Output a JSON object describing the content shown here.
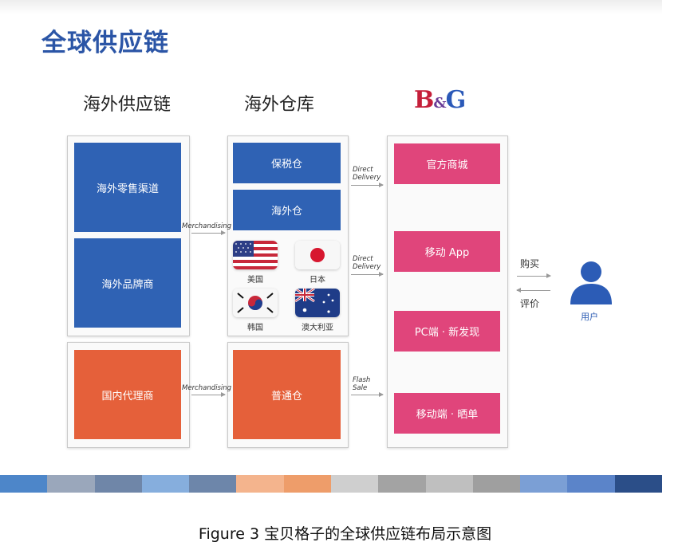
{
  "title": "全球供应链",
  "columns": {
    "overseas_supply": "海外供应链",
    "overseas_warehouse": "海外仓库"
  },
  "brand": {
    "b": "B",
    "amp": "&",
    "g": "G"
  },
  "boxes": {
    "retail_channels": "海外零售渠道",
    "brands": "海外品牌商",
    "domestic_agents": "国内代理商",
    "bonded": "保税仓",
    "overseas_wh": "海外仓",
    "normal_wh": "普通仓",
    "official_mall": "官方商城",
    "mobile_app": "移动 App",
    "pc": "PC端 · 新发现",
    "mobile_share": "移动端 · 晒单"
  },
  "flags": {
    "us": "美国",
    "jp": "日本",
    "kr": "韩国",
    "au": "澳大利亚"
  },
  "arrows": {
    "merch1": "Merchandising",
    "merch2": "Merchandising",
    "direct1_a": "Direct",
    "direct1_b": "Delivery",
    "direct2_a": "Direct",
    "direct2_b": "Delivery",
    "flash_a": "Flash",
    "flash_b": "Sale",
    "buy": "购买",
    "review": "评价"
  },
  "user_label": "用户",
  "colors": {
    "title": "#2b55a6",
    "blue": "#2f62b4",
    "orange": "#e5603a",
    "pink": "#e0457b",
    "strip": [
      "#4d86c9",
      "#9aa7bb",
      "#6f86a8",
      "#86aedd",
      "#6d86aa",
      "#f4b48d",
      "#ee9d6a",
      "#cfcfcf",
      "#a3a3a3",
      "#bfbfbf",
      "#9f9f9f",
      "#7b9fd5",
      "#5b84c9",
      "#2b4e88"
    ]
  },
  "caption": "Figure 3  宝贝格子的全球供应链布局示意图"
}
